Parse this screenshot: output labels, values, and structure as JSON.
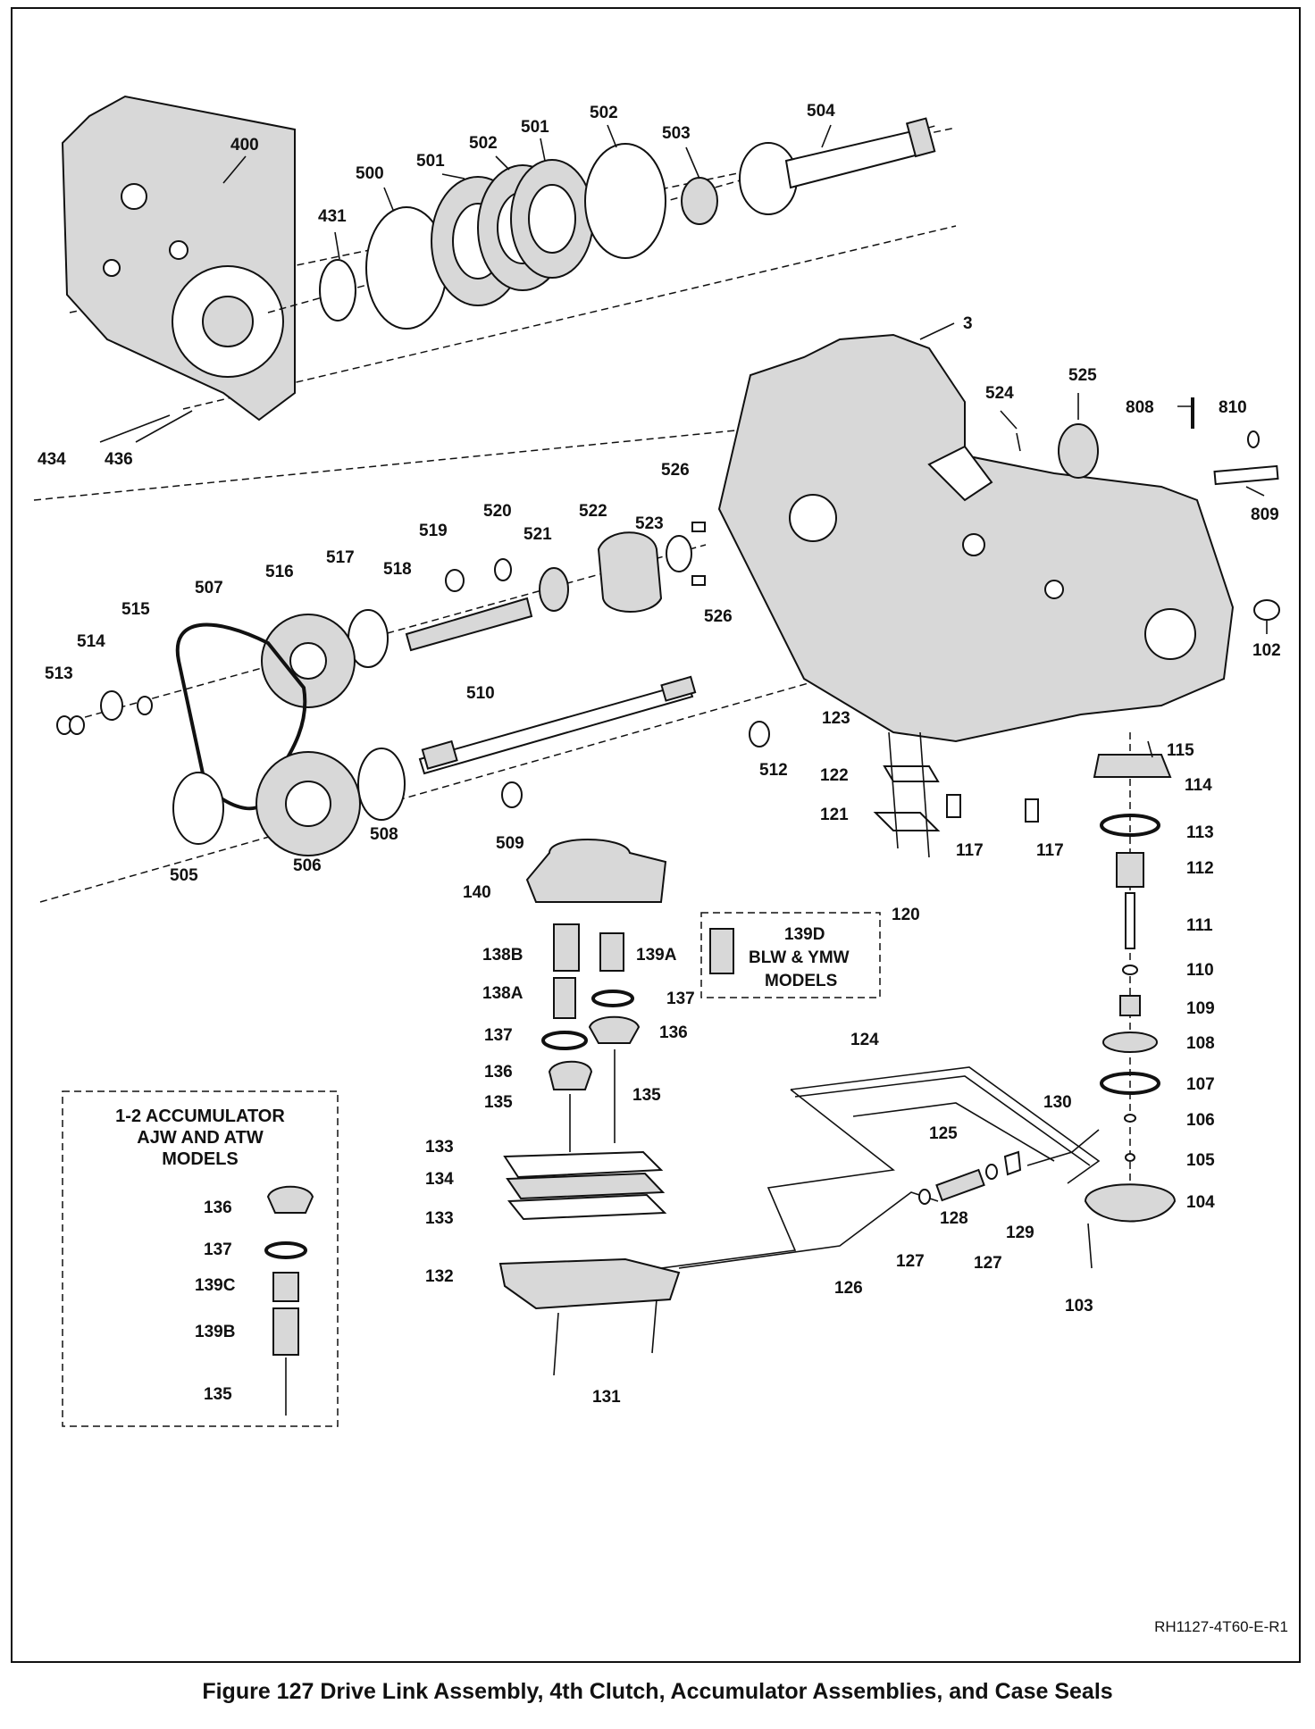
{
  "labels": {
    "p400": "400",
    "p431": "431",
    "p500": "500",
    "p501a": "501",
    "p502a": "502",
    "p501b": "501",
    "p502b": "502",
    "p503": "503",
    "p504": "504",
    "p434": "434",
    "p436": "436",
    "p3": "3",
    "p524": "524",
    "p525": "525",
    "p808": "808",
    "p810": "810",
    "p809": "809",
    "p526a": "526",
    "p526b": "526",
    "p523": "523",
    "p522": "522",
    "p521": "521",
    "p520": "520",
    "p519": "519",
    "p518": "518",
    "p517": "517",
    "p516": "516",
    "p507": "507",
    "p515": "515",
    "p514": "514",
    "p513": "513",
    "p510": "510",
    "p512": "512",
    "p102": "102",
    "p505": "505",
    "p506": "506",
    "p508": "508",
    "p509": "509",
    "p123": "123",
    "p122": "122",
    "p121": "121",
    "p120": "120",
    "p117a": "117",
    "p117b": "117",
    "p115": "115",
    "p114": "114",
    "p113": "113",
    "p112": "112",
    "p111": "111",
    "p110": "110",
    "p109": "109",
    "p108": "108",
    "p107": "107",
    "p106": "106",
    "p105": "105",
    "p104": "104",
    "p103": "103",
    "p140": "140",
    "p138B": "138B",
    "p139A": "139A",
    "p139D": "139D",
    "blw": "BLW & YMW",
    "models1": "MODELS",
    "p138A": "138A",
    "p137a": "137",
    "p137b": "137",
    "p136a": "136",
    "p136b": "136",
    "p135a": "135",
    "p135b": "135",
    "p133a": "133",
    "p134": "134",
    "p133b": "133",
    "p132": "132",
    "p131": "131",
    "p124": "124",
    "p125": "125",
    "p130": "130",
    "p128": "128",
    "p127a": "127",
    "p127b": "127",
    "p129": "129",
    "p126": "126",
    "acc1": "1-2 ACCUMULATOR",
    "acc2": "AJW AND ATW",
    "acc3": "MODELS",
    "i136": "136",
    "i137": "137",
    "i139C": "139C",
    "i139B": "139B",
    "i135": "135"
  },
  "reference_code": "RH1127-4T60-E-R1",
  "caption": "Figure 127 Drive Link Assembly, 4th Clutch, Accumulator Assemblies, and Case Seals"
}
